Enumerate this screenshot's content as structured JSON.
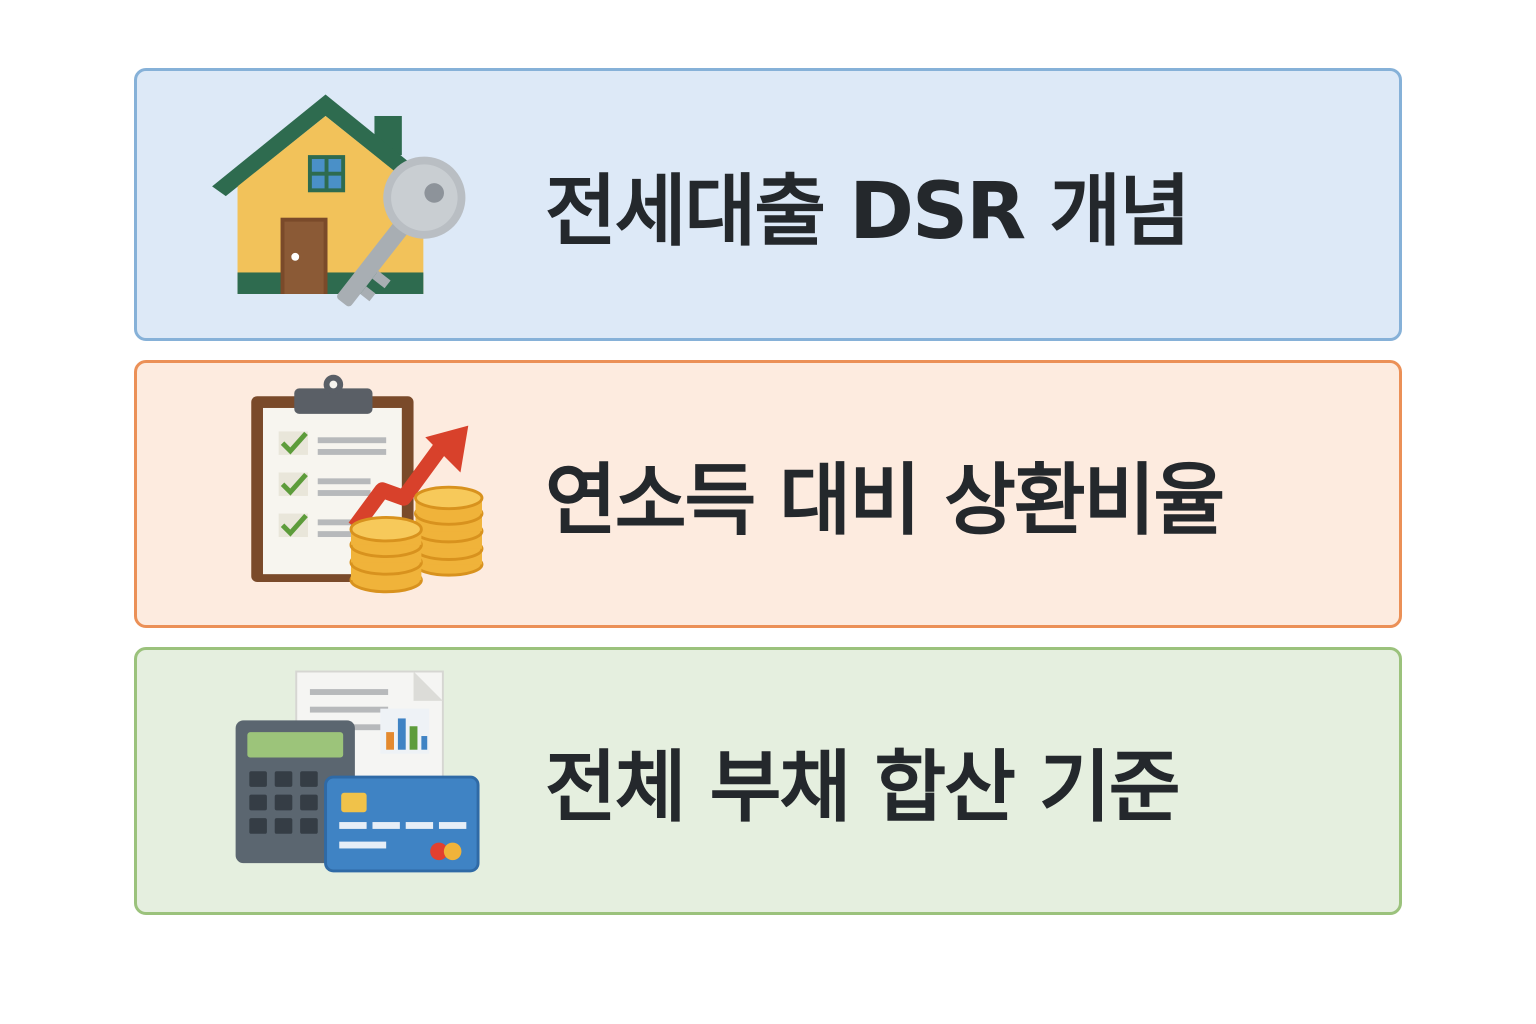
{
  "cards": [
    {
      "title": "전세대출 DSR 개념",
      "icon": "house-with-key-icon",
      "background": "#dde9f7",
      "border": "#86b1d8"
    },
    {
      "title": "연소득 대비 상환비율",
      "icon": "clipboard-coins-growth-icon",
      "background": "#fdebdf",
      "border": "#eb9057"
    },
    {
      "title": "전체 부채 합산 기준",
      "icon": "calculator-credit-card-documents-icon",
      "background": "#e5efdf",
      "border": "#9bc27c"
    }
  ]
}
